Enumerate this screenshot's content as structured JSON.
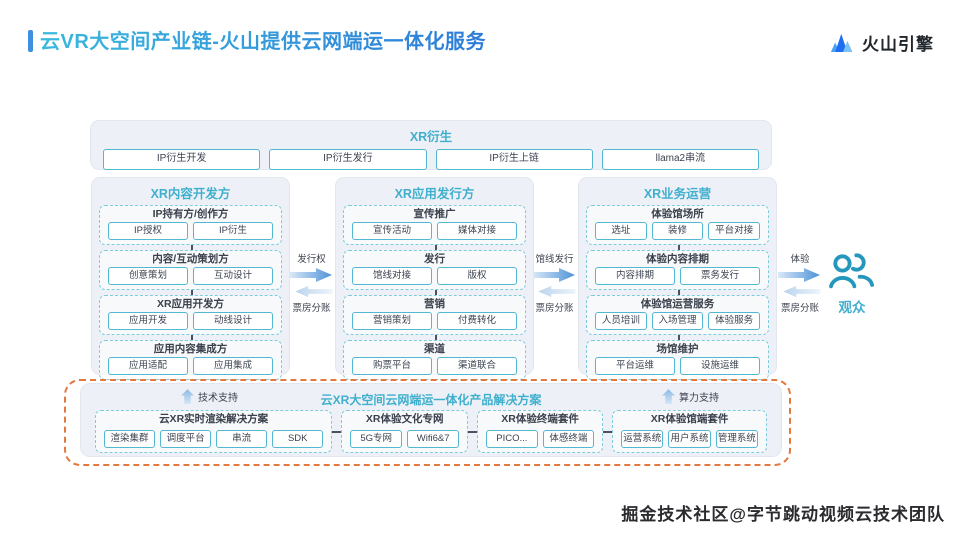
{
  "header": {
    "title": "云VR大空间产业链-火山提供云网端运一体化服务",
    "logo_text": "火山引擎"
  },
  "top_band": {
    "title": "XR衍生",
    "items": [
      "IP衍生开发",
      "IP衍生发行",
      "IP衍生上链",
      "llama2串流"
    ]
  },
  "columns": [
    {
      "title": "XR内容开发方",
      "groups": [
        {
          "title": "IP持有方/创作方",
          "items": [
            "IP授权",
            "IP衍生"
          ]
        },
        {
          "title": "内容/互动策划方",
          "items": [
            "创意策划",
            "互动设计"
          ]
        },
        {
          "title": "XR应用开发方",
          "items": [
            "应用开发",
            "动线设计"
          ]
        },
        {
          "title": "应用内容集成方",
          "items": [
            "应用适配",
            "应用集成"
          ]
        }
      ]
    },
    {
      "title": "XR应用发行方",
      "groups": [
        {
          "title": "宣传推广",
          "items": [
            "宣传活动",
            "媒体对接"
          ]
        },
        {
          "title": "发行",
          "items": [
            "馆线对接",
            "版权"
          ]
        },
        {
          "title": "营销",
          "items": [
            "营销策划",
            "付费转化"
          ]
        },
        {
          "title": "渠道",
          "items": [
            "购票平台",
            "渠道联合"
          ]
        }
      ]
    },
    {
      "title": "XR业务运营",
      "groups": [
        {
          "title": "体验馆场所",
          "items": [
            "选址",
            "装修",
            "平台对接"
          ]
        },
        {
          "title": "体验内容排期",
          "items": [
            "内容排期",
            "票务发行"
          ]
        },
        {
          "title": "体验馆运营服务",
          "items": [
            "人员培训",
            "入场管理",
            "体验服务"
          ]
        },
        {
          "title": "场馆维护",
          "items": [
            "平台运维",
            "设施运维"
          ]
        }
      ]
    }
  ],
  "flows": [
    {
      "forward": "发行权",
      "backward": "票房分账"
    },
    {
      "forward": "馆线发行",
      "backward": "票房分账"
    },
    {
      "forward": "体验",
      "backward": "票房分账"
    }
  ],
  "audience": {
    "label": "观众"
  },
  "solution": {
    "title": "云XR大空间云网端运一体化产品解决方案",
    "support_left": "技术支持",
    "support_right": "算力支持",
    "groups": [
      {
        "title": "云XR实时渲染解决方案",
        "items": [
          "渲染集群",
          "调度平台",
          "串流",
          "SDK"
        ]
      },
      {
        "title": "XR体验文化专网",
        "items": [
          "5G专网",
          "Wifi6&7"
        ]
      },
      {
        "title": "XR体验终端套件",
        "items": [
          "PICO...",
          "体感终端"
        ]
      },
      {
        "title": "XR体验馆端套件",
        "items": [
          "运营系统",
          "用户系统",
          "管理系统"
        ]
      }
    ]
  },
  "footer": {
    "watermark": "掘金技术社区@字节跳动视频云技术团队"
  },
  "colors": {
    "accent_teal": "#3fafcd",
    "accent_blue": "#2d7bd8",
    "orange_dash": "#e2793e"
  }
}
